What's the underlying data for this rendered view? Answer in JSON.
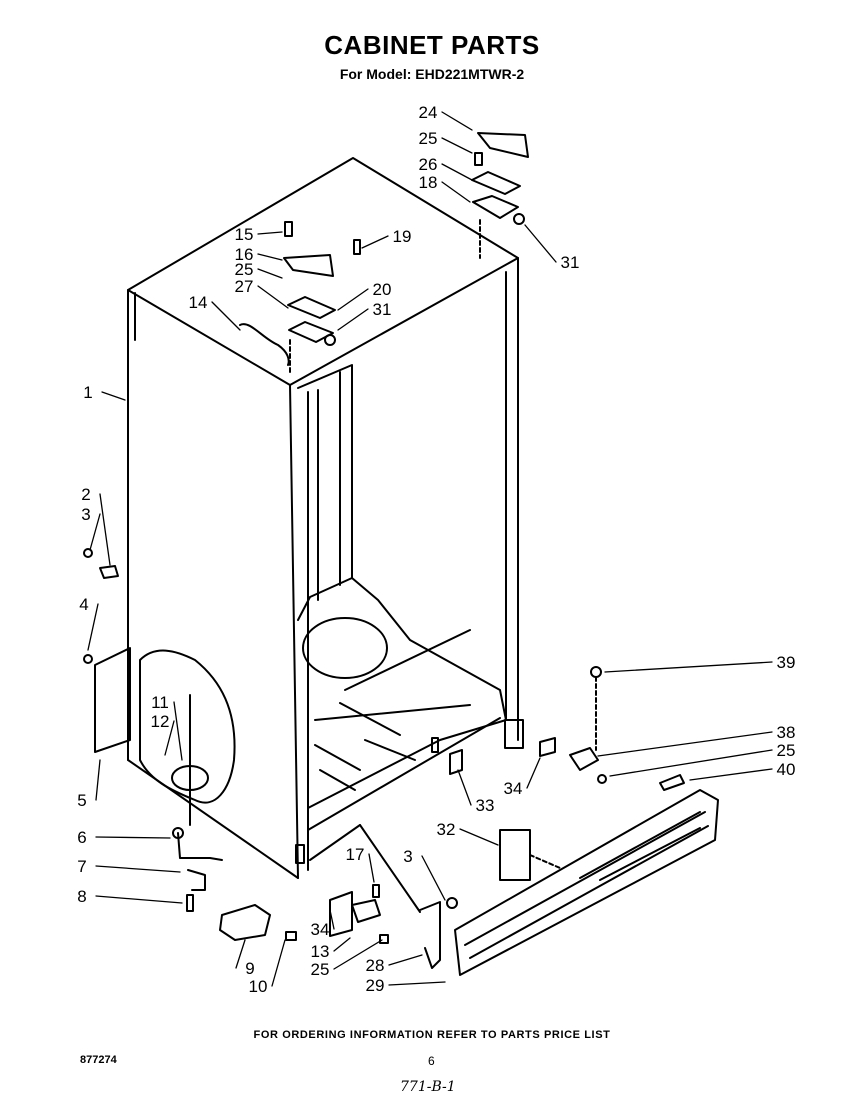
{
  "header": {
    "title": "CABINET PARTS",
    "subtitle": "For Model: EHD221MTWR-2"
  },
  "callouts": [
    "24",
    "25",
    "26",
    "18",
    "31",
    "15",
    "16",
    "25",
    "27",
    "19",
    "20",
    "31",
    "14",
    "1",
    "2",
    "3",
    "4",
    "11",
    "12",
    "5",
    "6",
    "7",
    "8",
    "9",
    "10",
    "17",
    "34",
    "13",
    "25",
    "3",
    "28",
    "29",
    "32",
    "33",
    "34",
    "39",
    "38",
    "25",
    "40"
  ],
  "footer": {
    "note": "FOR ORDERING INFORMATION REFER TO PARTS PRICE LIST",
    "doc_number": "877274",
    "page_number": "6",
    "handwritten_mark": "771-B-1"
  }
}
